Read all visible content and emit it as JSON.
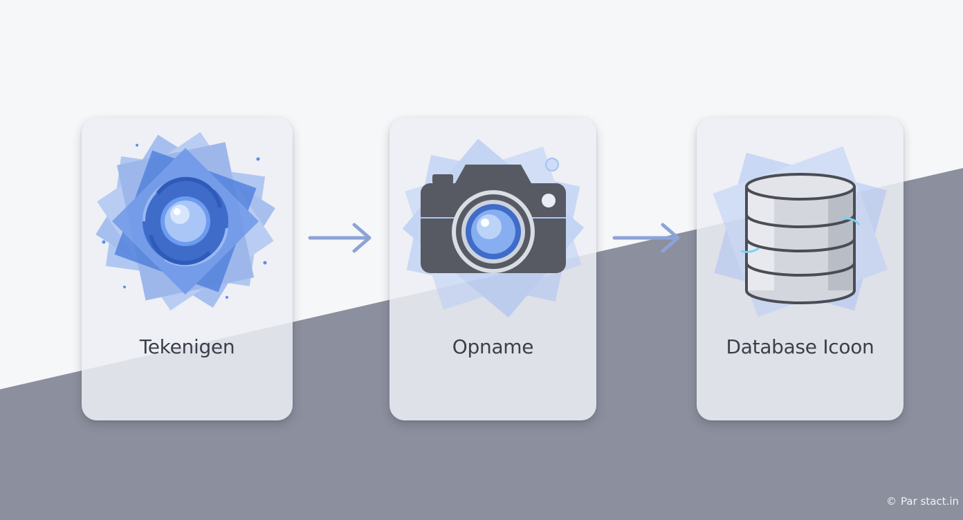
{
  "steps": [
    {
      "label": "Tekenigen",
      "icon": "swirl-icon"
    },
    {
      "label": "Opname",
      "icon": "camera-icon"
    },
    {
      "label": "Database Icoon",
      "icon": "database-icon"
    }
  ],
  "watermark": {
    "symbol": "©",
    "text": "Par stact.in"
  },
  "colors": {
    "background_light": "#f6f7f9",
    "background_dark": "#8c8f9d",
    "card": "#eceff4",
    "accent_blue": "#5b8fe6",
    "arrow": "#8ca3d8",
    "icon_dark": "#575a63",
    "label_text": "#3b3f4a"
  }
}
